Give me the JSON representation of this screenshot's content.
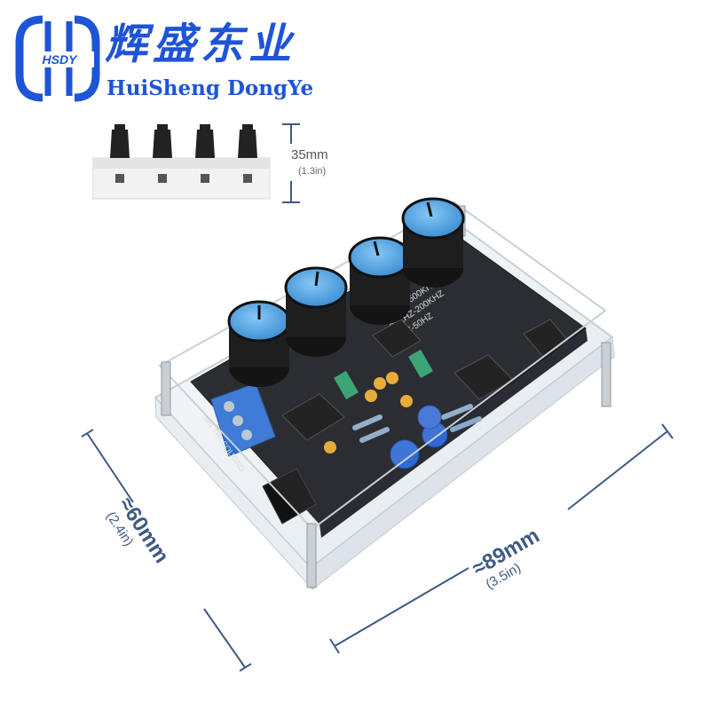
{
  "brand": {
    "logo_text": "HSDY",
    "name_cn": "辉盛东业",
    "name_en": "HuiSheng DongYe"
  },
  "height_legend": {
    "value": "35mm",
    "sub": "(1.3in)"
  },
  "dimensions": {
    "width": {
      "value": "≈60mm",
      "sub": "(2.4in)"
    },
    "length": {
      "value": "≈89mm",
      "sub": "(3.5in)"
    }
  },
  "board": {
    "silkscreen": [
      "50KHZ-500KHZ",
      "20KHZ-200KHZ",
      "5HZ-50HZ"
    ],
    "terminals": [
      "SIN",
      "TRI",
      "SQU",
      "GND"
    ]
  },
  "colors": {
    "brand_blue": "#1e54d6",
    "dimension_blue": "#3e5a86",
    "knob_cap": "#5ab0ee",
    "pcb": "#1b1c22"
  }
}
